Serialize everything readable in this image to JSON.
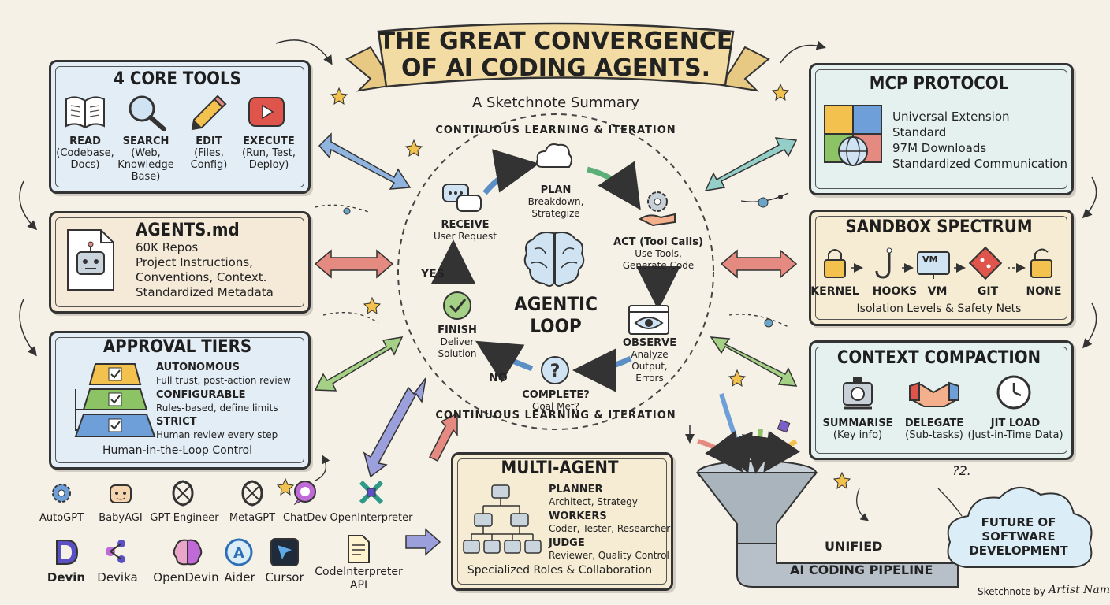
{
  "banner": {
    "title_line1": "THE GREAT CONVERGENCE",
    "title_line2": "OF AI CODING AGENTS.",
    "subtitle": "A Sketchnote Summary"
  },
  "core_tools": {
    "title": "4 CORE TOOLS",
    "items": [
      {
        "name": "READ",
        "detail1": "(Codebase,",
        "detail2": "Docs)",
        "icon": "book-icon"
      },
      {
        "name": "SEARCH",
        "detail1": "(Web,",
        "detail2": "Knowledge Base)",
        "icon": "magnifier-icon"
      },
      {
        "name": "EDIT",
        "detail1": "(Files,",
        "detail2": "Config)",
        "icon": "pencil-icon"
      },
      {
        "name": "EXECUTE",
        "detail1": "(Run, Test,",
        "detail2": "Deploy)",
        "icon": "play-icon"
      }
    ]
  },
  "agents_md": {
    "title": "AGENTS.md",
    "lines": [
      "60K Repos",
      "Project Instructions,",
      "Conventions, Context.",
      "Standardized Metadata"
    ]
  },
  "approval": {
    "title": "APPROVAL TIERS",
    "tiers": [
      {
        "name": "AUTONOMOUS",
        "desc": "Full trust, post-action review",
        "color": "#f2c14e"
      },
      {
        "name": "CONFIGURABLE",
        "desc": "Rules-based, define limits",
        "color": "#8cc465"
      },
      {
        "name": "STRICT",
        "desc": "Human review every step",
        "color": "#6f9fd8"
      }
    ],
    "footer": "Human-in-the-Loop Control"
  },
  "loop": {
    "top_arc": "CONTINUOUS LEARNING & ITERATION",
    "bottom_arc": "CONTINUOUS LEARNING & ITERATION",
    "center1": "AGENTIC",
    "center2": "LOOP",
    "plan": {
      "title": "PLAN",
      "l1": "Breakdown,",
      "l2": "Strategize"
    },
    "receive": {
      "title": "RECEIVE",
      "l1": "User Request"
    },
    "act": {
      "title": "ACT (Tool Calls)",
      "l1": "Use Tools,",
      "l2": "Generate Code"
    },
    "observe": {
      "title": "OBSERVE",
      "l1": "Analyze",
      "l2": "Output,",
      "l3": "Errors"
    },
    "complete": {
      "title": "COMPLETE?",
      "l1": "Goal Met?"
    },
    "finish": {
      "title": "FINISH",
      "l1": "Deliver",
      "l2": "Solution"
    },
    "yes": "YES",
    "no": "NO"
  },
  "mcp": {
    "title": "MCP PROTOCOL",
    "lines": [
      "Universal Extension",
      "Standard",
      "97M Downloads",
      "Standardized Communication"
    ]
  },
  "sandbox": {
    "title": "SANDBOX SPECTRUM",
    "levels": [
      "KERNEL",
      "HOOKS",
      "VM",
      "GIT",
      "NONE"
    ],
    "vm_badge": "VM",
    "footer": "Isolation Levels & Safety Nets"
  },
  "compaction": {
    "title": "CONTEXT COMPACTION",
    "items": [
      {
        "name": "SUMMARISE",
        "detail": "(Key info)"
      },
      {
        "name": "DELEGATE",
        "detail": "(Sub-tasks)"
      },
      {
        "name": "JIT LOAD",
        "detail": "(Just-in-Time Data)"
      }
    ]
  },
  "multi_agent": {
    "title": "MULTI-AGENT",
    "roles": [
      {
        "name": "PLANNER",
        "desc": "Architect, Strategy"
      },
      {
        "name": "WORKERS",
        "desc": "Coder, Tester, Researcher"
      },
      {
        "name": "JUDGE",
        "desc": "Reviewer, Quality Control"
      }
    ],
    "footer": "Specialized Roles & Collaboration"
  },
  "logos": {
    "row1": [
      "AutoGPT",
      "BabyAGI",
      "GPT-Engineer",
      "MetaGPT",
      "ChatDev",
      "OpenInterpreter"
    ],
    "row2": [
      "Devin",
      "Devika",
      "OpenDevin",
      "Aider",
      "Cursor",
      "CodeInterpreter",
      "API"
    ]
  },
  "pipeline": {
    "unified": "UNIFIED",
    "label": "AI CODING PIPELINE"
  },
  "future": {
    "l1": "FUTURE OF",
    "l2": "SOFTWARE",
    "l3": "DEVELOPMENT"
  },
  "scribble": "?2.",
  "credit": {
    "prefix": "Sketchnote by",
    "artist": "Artist Name"
  },
  "colors": {
    "blue_box": "#e3edf5",
    "tan_box": "#f5e9d8",
    "teal_box": "#e4f1ef",
    "sand_box": "#f6ecd4",
    "banner": "#f3dca3"
  }
}
